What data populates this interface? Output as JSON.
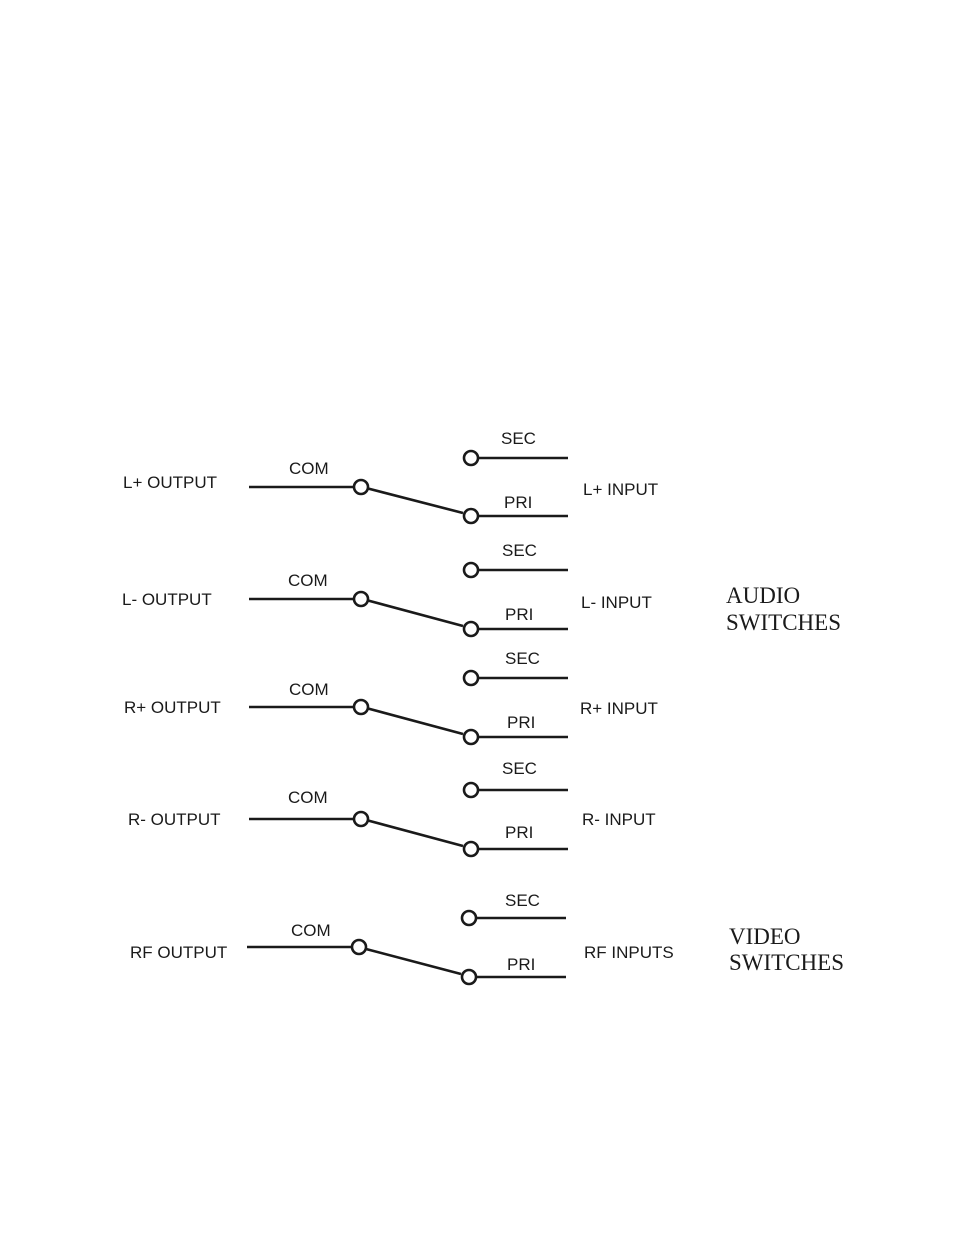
{
  "switches": [
    {
      "output": "L+ OUTPUT",
      "com": "COM",
      "sec": "SEC",
      "pri": "PRI",
      "input": "L+ INPUT"
    },
    {
      "output": "L- OUTPUT",
      "com": "COM",
      "sec": "SEC",
      "pri": "PRI",
      "input": "L- INPUT"
    },
    {
      "output": "R+ OUTPUT",
      "com": "COM",
      "sec": "SEC",
      "pri": "PRI",
      "input": "R+ INPUT"
    },
    {
      "output": "R- OUTPUT",
      "com": "COM",
      "sec": "SEC",
      "pri": "PRI",
      "input": "R- INPUT"
    },
    {
      "output": "RF OUTPUT",
      "com": "COM",
      "sec": "SEC",
      "pri": "PRI",
      "input": "RF INPUTS"
    }
  ],
  "groups": {
    "audio": {
      "line1": "AUDIO",
      "line2": "SWITCHES"
    },
    "video": {
      "line1": "VIDEO",
      "line2": "SWITCHES"
    }
  },
  "colors": {
    "ink": "#1a1a1a",
    "background": "#ffffff"
  }
}
